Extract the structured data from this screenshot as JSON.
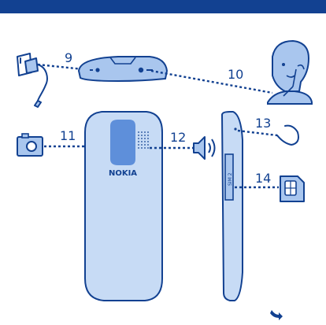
{
  "colors": {
    "header_bar": "#124191",
    "primary": "#124191",
    "fill_light": "#a9c6ee",
    "fill_mid": "#c7dbf5",
    "accent": "#5e8fda",
    "label": "#124191"
  },
  "callouts": [
    "9",
    "10",
    "11",
    "12",
    "13",
    "14"
  ],
  "phone": {
    "brand": "NOKIA",
    "sim_slot_label": "SIM 2"
  },
  "icons": {
    "charger": "wall-charger-icon",
    "headset_user": "headset-user-icon",
    "camera": "camera-icon",
    "speaker": "loudspeaker-icon",
    "strap": "wrist-strap-icon",
    "sim": "sim-card-icon",
    "next_page": "next-page-arrow-icon"
  }
}
